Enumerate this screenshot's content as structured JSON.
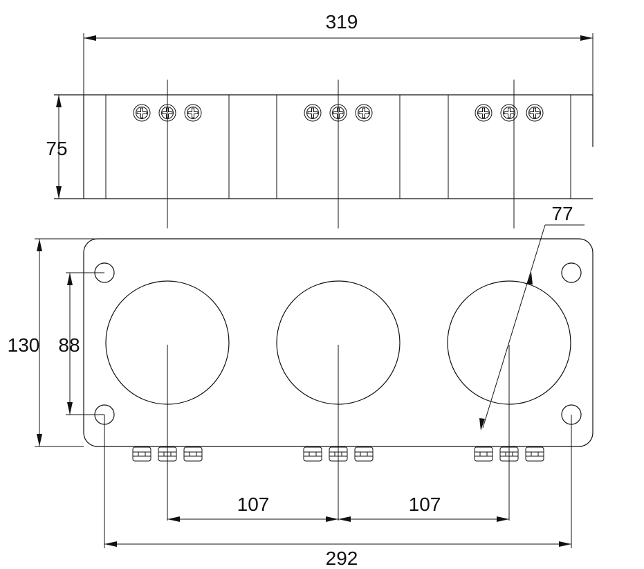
{
  "drawing": {
    "colors": {
      "line": "#111111",
      "background": "#ffffff"
    },
    "dimensions": {
      "overall_width": "319",
      "height_top": "75",
      "height_front": "130",
      "hole_spacing_vertical": "88",
      "diameter": "77",
      "pitch_left": "107",
      "pitch_right": "107",
      "hole_spacing_horizontal": "292"
    }
  }
}
